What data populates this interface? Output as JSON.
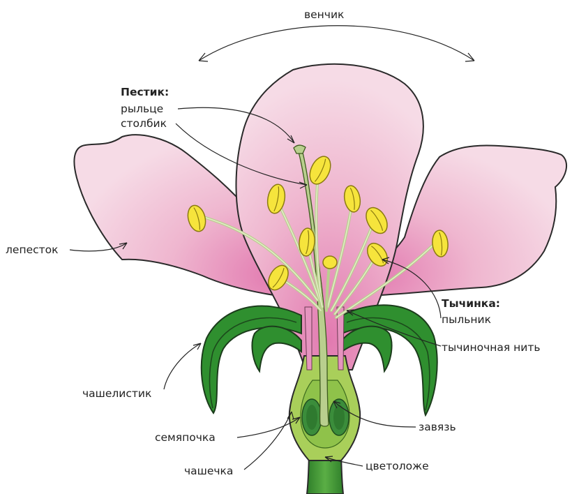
{
  "labels": {
    "corolla": "венчик",
    "pistil_title": "Пестик:",
    "stigma": "рыльце",
    "style": "столбик",
    "petal": "лепесток",
    "stamen_title": "Тычинка:",
    "anther": "пыльник",
    "filament": "тычиночная нить",
    "sepal": "чашелистик",
    "ovule": "семяпочка",
    "ovary": "завязь",
    "calyx": "чашечка",
    "receptacle": "цветоложе"
  },
  "colors": {
    "petal_light": "#f6dbe6",
    "petal_mid": "#efb6cf",
    "petal_deep": "#e27ab0",
    "sepal": "#2f8f2f",
    "anther": "#f6e43c",
    "stem": "#4a9a3a",
    "ovary_wall": "#a9cf5a",
    "ovule": "#3b8d3b"
  }
}
